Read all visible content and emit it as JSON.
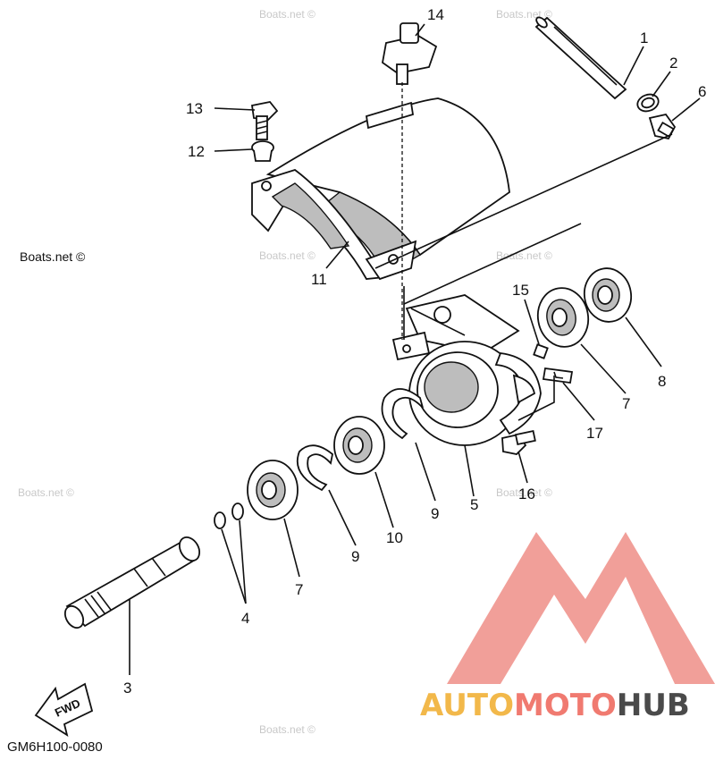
{
  "diagram": {
    "code": "GM6H100-0080",
    "watermark": "Boats.net ©",
    "fwd": "FWD",
    "brand": {
      "part1": "AUTO",
      "part2": "MOTO",
      "part3": "HUB",
      "color1": "#f2b84a",
      "color2": "#f07a70",
      "color3": "#4a4a4a"
    },
    "logo_color": "#f09a94",
    "callouts": [
      {
        "id": "c1",
        "text": "1"
      },
      {
        "id": "c2",
        "text": "2"
      },
      {
        "id": "c6",
        "text": "6"
      },
      {
        "id": "c13",
        "text": "13"
      },
      {
        "id": "c14",
        "text": "14"
      },
      {
        "id": "c12",
        "text": "12"
      },
      {
        "id": "c11",
        "text": "11"
      },
      {
        "id": "c15",
        "text": "15"
      },
      {
        "id": "c8",
        "text": "8"
      },
      {
        "id": "c7a",
        "text": "7"
      },
      {
        "id": "c17",
        "text": "17"
      },
      {
        "id": "c16",
        "text": "16"
      },
      {
        "id": "c5",
        "text": "5"
      },
      {
        "id": "c9a",
        "text": "9"
      },
      {
        "id": "c10",
        "text": "10"
      },
      {
        "id": "c9b",
        "text": "9"
      },
      {
        "id": "c7b",
        "text": "7"
      },
      {
        "id": "c4",
        "text": "4"
      },
      {
        "id": "c3",
        "text": "3"
      }
    ]
  }
}
